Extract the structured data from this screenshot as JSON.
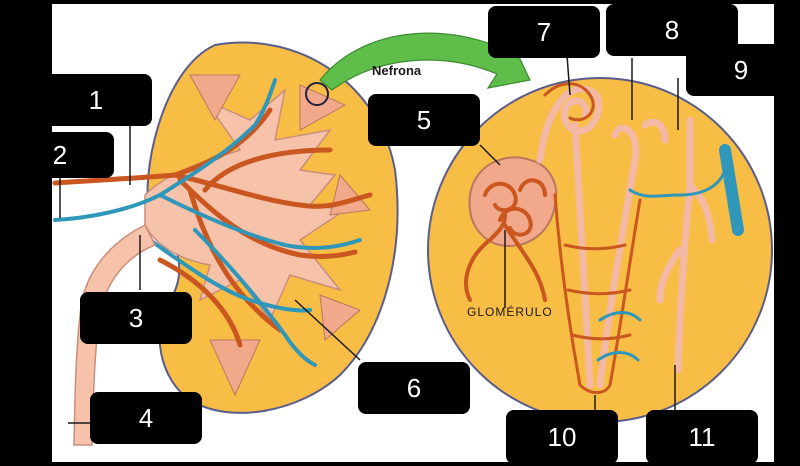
{
  "diagram": {
    "labels": {
      "nefrona": "Nefrona",
      "glomerulo": "GLOMÉRULO"
    },
    "markers": [
      "1",
      "2",
      "3",
      "4",
      "5",
      "6",
      "7",
      "8",
      "9",
      "10",
      "11"
    ],
    "colors": {
      "background": "#ffffff",
      "kidney": "#f8bd45",
      "pelvis": "#f6c2a9",
      "artery": "#c9571f",
      "vein": "#2f97ba",
      "tubule": "#f3b9a4",
      "arrow": "#5fbe4a",
      "marker_box": "#000000",
      "marker_text": "#ffffff"
    }
  }
}
